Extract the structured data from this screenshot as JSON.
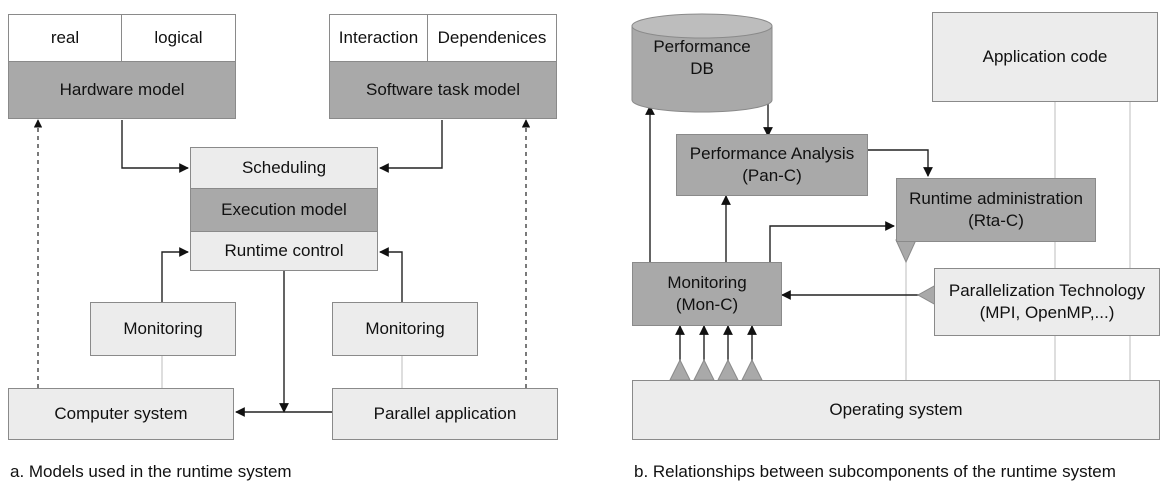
{
  "panel_a": {
    "hardware_header_real": "real",
    "hardware_header_logical": "logical",
    "hardware_model": "Hardware model",
    "software_header_interaction": "Interaction",
    "software_header_dependencies": "Dependenices",
    "software_task_model": "Software task model",
    "scheduling": "Scheduling",
    "execution_model": "Execution model",
    "runtime_control": "Runtime control",
    "monitoring_left": "Monitoring",
    "monitoring_right": "Monitoring",
    "computer_system": "Computer system",
    "parallel_application": "Parallel application",
    "caption": "a. Models used in the runtime system"
  },
  "panel_b": {
    "performance_db_line1": "Performance",
    "performance_db_line2": "DB",
    "application_code": "Application code",
    "performance_analysis_line1": "Performance Analysis",
    "performance_analysis_line2": "(Pan-C)",
    "runtime_admin_line1": "Runtime administration",
    "runtime_admin_line2": "(Rta-C)",
    "monitoring_line1": "Monitoring",
    "monitoring_line2": "(Mon-C)",
    "parallelization_line1": "Parallelization Technology",
    "parallelization_line2": "(MPI, OpenMP,...)",
    "operating_system": "Operating system",
    "caption": "b. Relationships between subcomponents of the runtime system"
  },
  "colors": {
    "light_box": "#ececec",
    "dark_box": "#a9a9a9",
    "line": "#222222",
    "thin_line": "#bdbdbd"
  }
}
